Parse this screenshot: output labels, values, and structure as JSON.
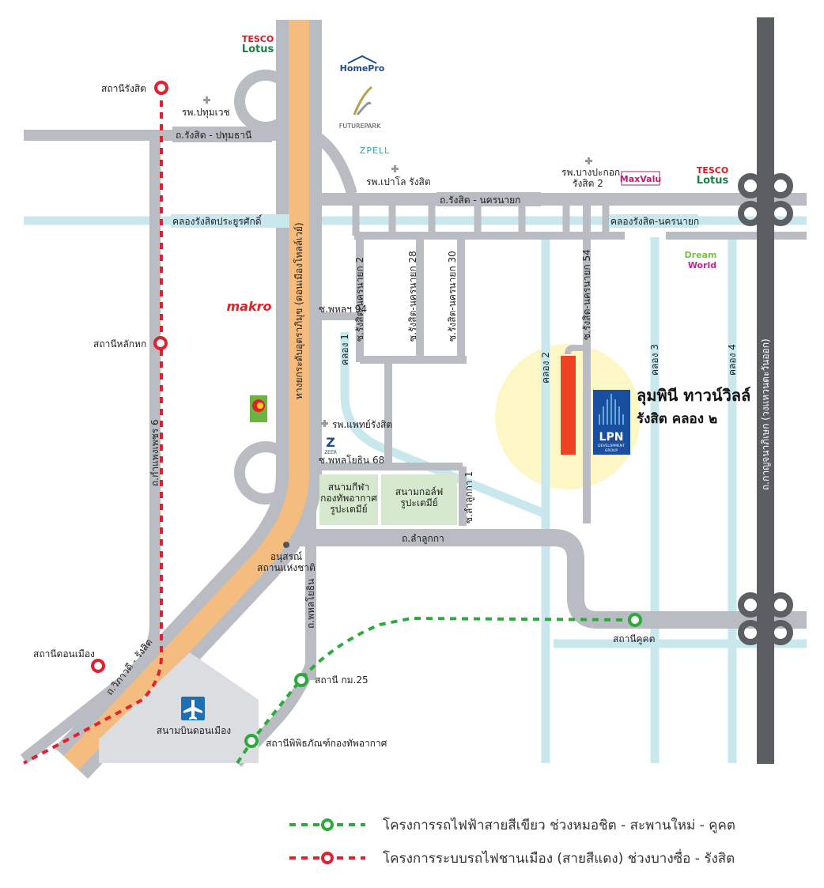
{
  "roads": {
    "rangsit_pathum": "ถ.รังสิต - ปทุมธานี",
    "rangsit_nakhonnayok": "ถ.รังสิต - นครนายก",
    "uttaraphimuk": "ทางยกระดับอุตราภิมุข (ดอนเมืองโทลล์เวย์)",
    "kamphaeng_phet6": "ถ.กำแพงเพชร 6",
    "vibhavadi": "ถ.วิภาวดี - รังสิต",
    "phaholyothin": "ถ.พหลโยธิน",
    "lam_luk_ka": "ถ.ลำลูกกา",
    "kanchanaphisek": "ถ.กาญจนาภิเษก (วงแหวนตะวันออก)",
    "soi_phahon94": "ซ.พหลฯ 94",
    "soi_phahon68": "ซ.พหลโยธิน 68",
    "soi_rangsit2": "ซ.รังสิต-นครนายก 2",
    "soi_rangsit28": "ซ.รังสิต-นครนายก 28",
    "soi_rangsit30": "ซ.รังสิต-นครนายก 30",
    "soi_rangsit54": "ซ.รังสิต-นครนายก 54",
    "soi_lamlukka1": "ซ.ลำลูกกา 1"
  },
  "canals": {
    "rangsit_prayoonsak": "คลองรังสิตประยูรศักดิ์",
    "rangsit_nakhonnayok": "คลองรังสิต-นครนายก",
    "khlong1": "คลอง 1",
    "khlong2": "คลอง 2",
    "khlong3": "คลอง 3",
    "khlong4": "คลอง 4"
  },
  "stations": {
    "rangsit": "สถานีรังสิต",
    "lak_hok": "สถานีหลักหก",
    "don_mueang": "สถานีดอนเมือง",
    "khu_khot": "สถานีคูคต",
    "km25": "สถานี กม.25",
    "airforce_museum": "สถานีพิพิธภัณฑ์กองทัพอากาศ"
  },
  "places": {
    "hosp_pathumvej": "รพ.ปทุมเวช",
    "hosp_paolo": "รพ.เปาโล รังสิต",
    "hosp_bangpakok_l1": "รพ.บางปะกอก",
    "hosp_bangpakok_l2": "รังสิต 2",
    "hosp_phaet": "รพ.แพทย์รังสิต",
    "stadium_l1": "สนามกีฬา",
    "stadium_l2": "กองทัพอากาศ",
    "stadium_l3": "รูปะเตมีย์",
    "golf_l1": "สนามกอล์ฟ",
    "golf_l2": "รูปะเตมีย์",
    "monument_l1": "อนุสรณ์",
    "monument_l2": "สถานแห่งชาติ",
    "airport": "สนามบินดอนเมือง"
  },
  "logos": {
    "tesco_1": "TESCO",
    "lotus_1": "Lotus",
    "tesco_2": "TESCO",
    "lotus_2": "Lotus",
    "homepro": "HomePro",
    "futurepark": "FUTUREPARK",
    "zpell": "ZPELL",
    "maxvalu": "MaxValu",
    "makro": "makro",
    "dream": "Dream",
    "world": "World",
    "zeer": "ZEER",
    "lpn": "LPN",
    "lpn_sub1": "DEVELOPMENT",
    "lpn_sub2": "GROUP"
  },
  "project": {
    "name": "ลุมพินี ทาวน์วิลล์",
    "location": "รังสิต คลอง ๒"
  },
  "legend": {
    "green_line": "โครงการรถไฟฟ้าสายสีเขียว ช่วงหมอชิต - สะพานใหม่ - คูคต",
    "red_line": "โครงการระบบรถไฟชานเมือง (สายสีแดง) ช่วงบางซื่อ - รังสิต"
  },
  "colors": {
    "road": "#b9bcc2",
    "canal": "#c8e8ee",
    "tollway": "#f4bd7f",
    "motorway": "#5b5e63",
    "green_line": "#2eaa3c",
    "red_line": "#e5202e",
    "project_block": "#ef4123",
    "lpn_blue": "#1a4ea0",
    "halo": "#fdf6c5",
    "park": "#d6e8cd"
  }
}
